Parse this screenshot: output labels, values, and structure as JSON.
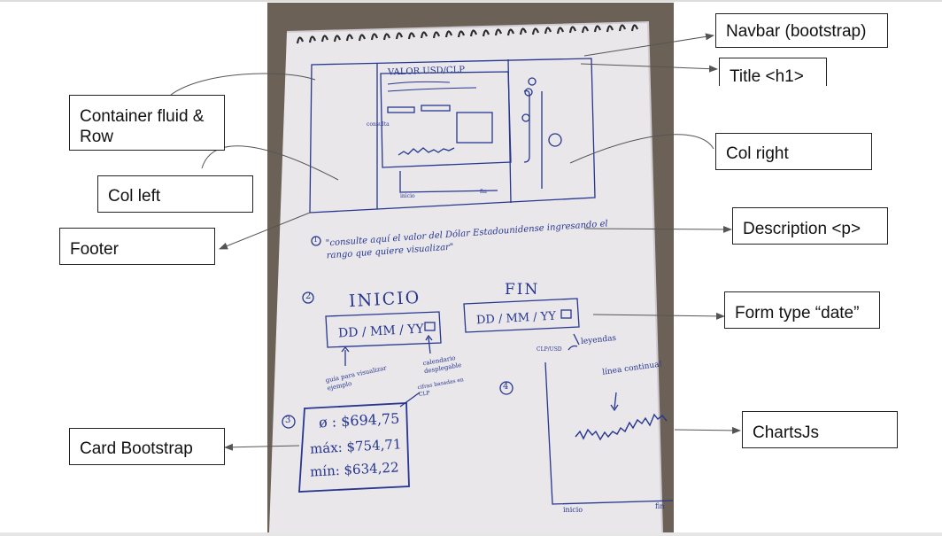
{
  "sketch": {
    "header_title": "VALOR USD/CLP",
    "description": "\"consulte aquí el valor del Dólar Estadounidense ingresando el rango que quiere visualizar\"",
    "start_label": "INICIO",
    "end_label": "FIN",
    "date_placeholder": "DD / MM / YY",
    "calendar_note": "calendario desplegable",
    "example_note": "guía para visualizar ejemplo",
    "card_avg": "ø : $694,75",
    "card_max": "máx: $754,71",
    "card_min": "mín: $634,22",
    "card_note": "cifras basadas en CLP",
    "chart_ylabel": "CLP/USD",
    "legend_note": "leyendas",
    "line_note": "línea continua!",
    "x_start": "inicio",
    "x_end": "fin",
    "mini_axis_start": "inicio",
    "mini_axis_end": "fin",
    "mini_left_label": "consulta",
    "marker_1": "1",
    "marker_2": "2",
    "marker_3": "3",
    "marker_4": "4"
  },
  "annotations": {
    "navbar": "Navbar (bootstrap)",
    "title": "Title <h1>",
    "container": "Container fluid & Row",
    "col_right": "Col right",
    "col_left": "Col left",
    "description": "Description <p>",
    "footer": "Footer",
    "form": "Form type “date”",
    "chart": "ChartsJs",
    "card": "Card Bootstrap"
  },
  "colors": {
    "ink": "#27368f",
    "paper": "#e9e7ea",
    "background_table": "#6b6157"
  }
}
